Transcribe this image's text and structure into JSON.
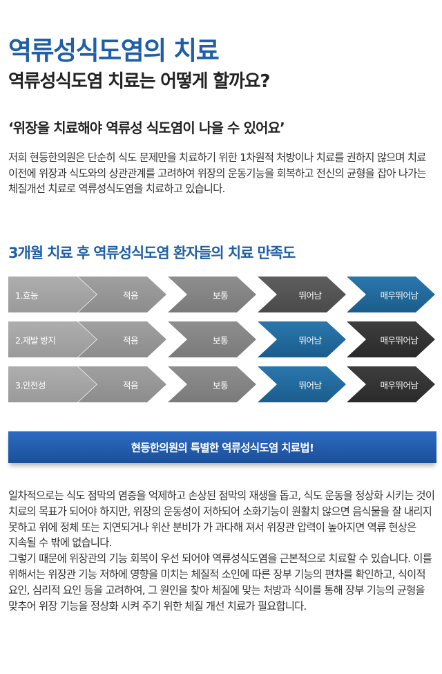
{
  "page": {
    "title": "역류성식도염의 치료",
    "subtitle": "역류성식도염 치료는 어떻게 할까요?",
    "quote": "‘위장을 치료해야  역류성 식도염이 나을 수 있어요’",
    "intro": "저희 현등한의원은 단순히 식도 문제만을 치료하기 위한 1차원적 처방이나 치료를 권하지 않으며 치료 이전에 위장과 식도와의 상관관계를 고려하여 위장의 운동기능을 회복하고 전신의 균형을 잡아 나가는 체질개선 치료로 역류성식도염을 치료하고 있습니다."
  },
  "satisfaction": {
    "title": "3개월 치료 후 역류성식도염 환자들의 치료 만족도",
    "accent_color": "#1f5fa8",
    "selected_color": "#2174ab",
    "levels": [
      "적음",
      "보통",
      "뛰어남",
      "매우뛰어남"
    ],
    "rows": [
      {
        "label": "1.효능",
        "cells": [
          "적음",
          "보통",
          "뛰어남",
          "매우뛰어남"
        ],
        "selected": "매우뛰어남"
      },
      {
        "label": "2.재발 방지",
        "cells": [
          "적음",
          "보통",
          "뛰어남",
          "매우뛰어남"
        ],
        "selected": "뛰어남"
      },
      {
        "label": "3.안전성",
        "cells": [
          "적음",
          "보통",
          "뛰어남",
          "매우뛰어남"
        ],
        "selected": "뛰어남"
      }
    ]
  },
  "banner": {
    "text": "현등한의원의 특별한 역류성식도염 치료법!",
    "color": "#2563b5"
  },
  "body": {
    "paragraph_1": "일차적으로는 식도 점막의 염증을 억제하고 손상된 점막의 재생을 돕고, 식도 운동을 정상화 시키는 것이 치료의 목표가 되어야 하지만, 위장의 운동성이 저하되어 소화기능이 원활치 않으면 음식물을 잘 내리지 못하고 위에 정체 또는 지연되거나 위산 분비가 가 과다해 져서 위장관 압력이 높아지면 역류 현상은 지속될 수 밖에 없습니다.",
    "paragraph_2": "그렇기 때문에 위장관의 기능 회복이 우선 되어야 역류성식도염을 근본적으로 치료할 수 있습니다. 이를 위해서는 위장관 기능 저하에 영향을 미치는 체질적 소인에 따른 장부 기능의 편차를 확인하고, 식이적 요인, 심리적 요인 등을 고려하여, 그 원인을 찾아 체질에 맞는 처방과 식이를 통해 장부 기능의 균형을 맞추어 위장 기능을 정상화 시켜 주기 위한 체질 개선 치료가 필요합니다."
  }
}
